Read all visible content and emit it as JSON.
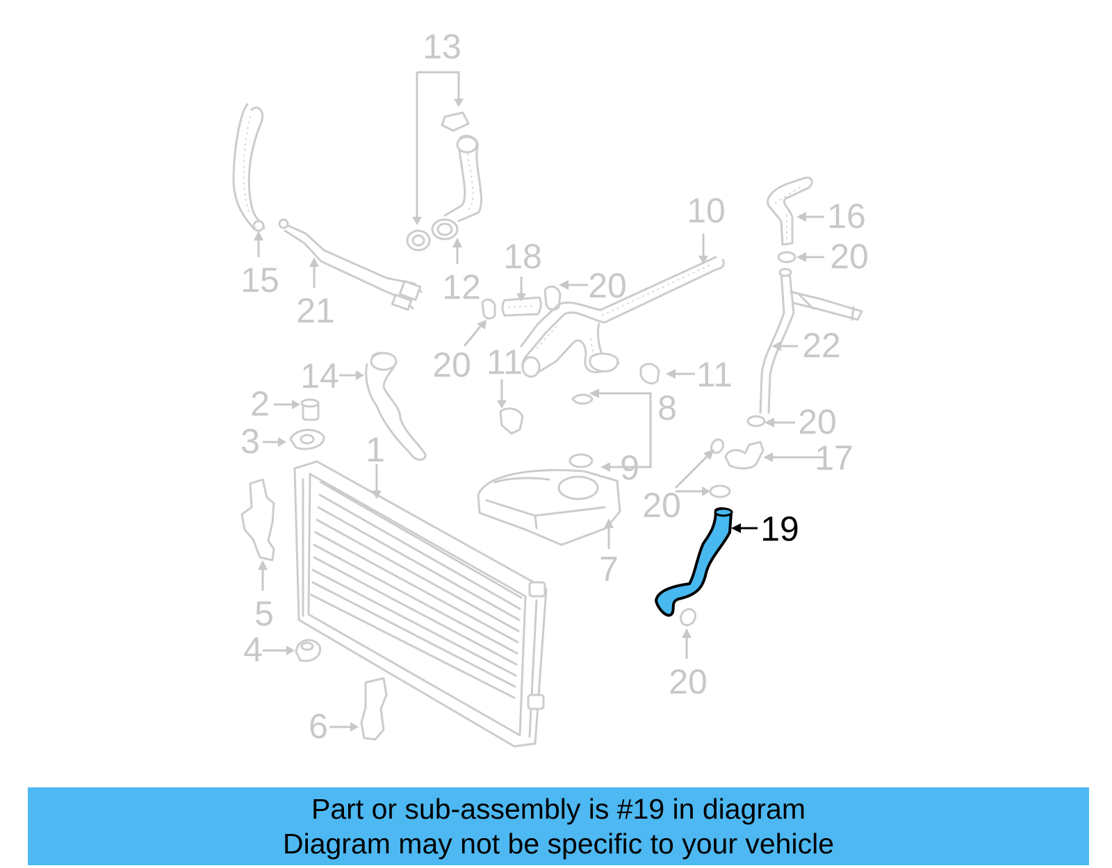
{
  "colors": {
    "highlight_part": "#48b8f0",
    "banner_background": "#4db8f2",
    "ghost_line": "#cccccc",
    "label_gray": "#c8c8c8",
    "label_highlight": "#000000"
  },
  "callouts": [
    {
      "id": "c1",
      "text": "1"
    },
    {
      "id": "c2",
      "text": "2"
    },
    {
      "id": "c3",
      "text": "3"
    },
    {
      "id": "c4",
      "text": "4"
    },
    {
      "id": "c5",
      "text": "5"
    },
    {
      "id": "c6",
      "text": "6"
    },
    {
      "id": "c7",
      "text": "7"
    },
    {
      "id": "c8",
      "text": "8"
    },
    {
      "id": "c9",
      "text": "9"
    },
    {
      "id": "c10",
      "text": "10"
    },
    {
      "id": "c11a",
      "text": "11"
    },
    {
      "id": "c11b",
      "text": "11"
    },
    {
      "id": "c12",
      "text": "12"
    },
    {
      "id": "c13",
      "text": "13"
    },
    {
      "id": "c14",
      "text": "14"
    },
    {
      "id": "c15",
      "text": "15"
    },
    {
      "id": "c16",
      "text": "16"
    },
    {
      "id": "c17",
      "text": "17"
    },
    {
      "id": "c18",
      "text": "18"
    },
    {
      "id": "c19",
      "text": "19",
      "highlighted": true
    },
    {
      "id": "c20a",
      "text": "20"
    },
    {
      "id": "c20b",
      "text": "20"
    },
    {
      "id": "c20c",
      "text": "20"
    },
    {
      "id": "c20d",
      "text": "20"
    },
    {
      "id": "c20e",
      "text": "20"
    },
    {
      "id": "c20f",
      "text": "20"
    },
    {
      "id": "c20g",
      "text": "20"
    },
    {
      "id": "c21",
      "text": "21"
    },
    {
      "id": "c22",
      "text": "22"
    }
  ],
  "banner": {
    "line1": "Part or sub-assembly is #19 in diagram",
    "line2": "Diagram may not be specific to your vehicle"
  }
}
